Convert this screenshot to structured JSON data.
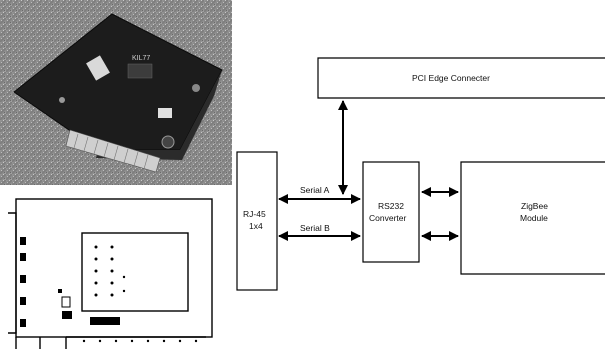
{
  "diagram": {
    "pci_edge": "PCI Edge Connecter",
    "rj45_line1": "RJ-45",
    "rj45_line2": "1x4",
    "rs232_line1": "RS232",
    "rs232_line2": "Converter",
    "zigbee_line1": "ZigBee",
    "zigbee_line2": "Module",
    "serial_a": "Serial A",
    "serial_b": "Serial B"
  },
  "photo": {
    "board_marking": "KIL77"
  },
  "colors": {
    "line": "#000000",
    "box_fill": "#ffffff",
    "photo_bg": "#8a8a8a",
    "board": "#1c1c1c"
  },
  "icons": [
    "board-photo",
    "board-outline-drawing",
    "double-arrow-icon"
  ]
}
